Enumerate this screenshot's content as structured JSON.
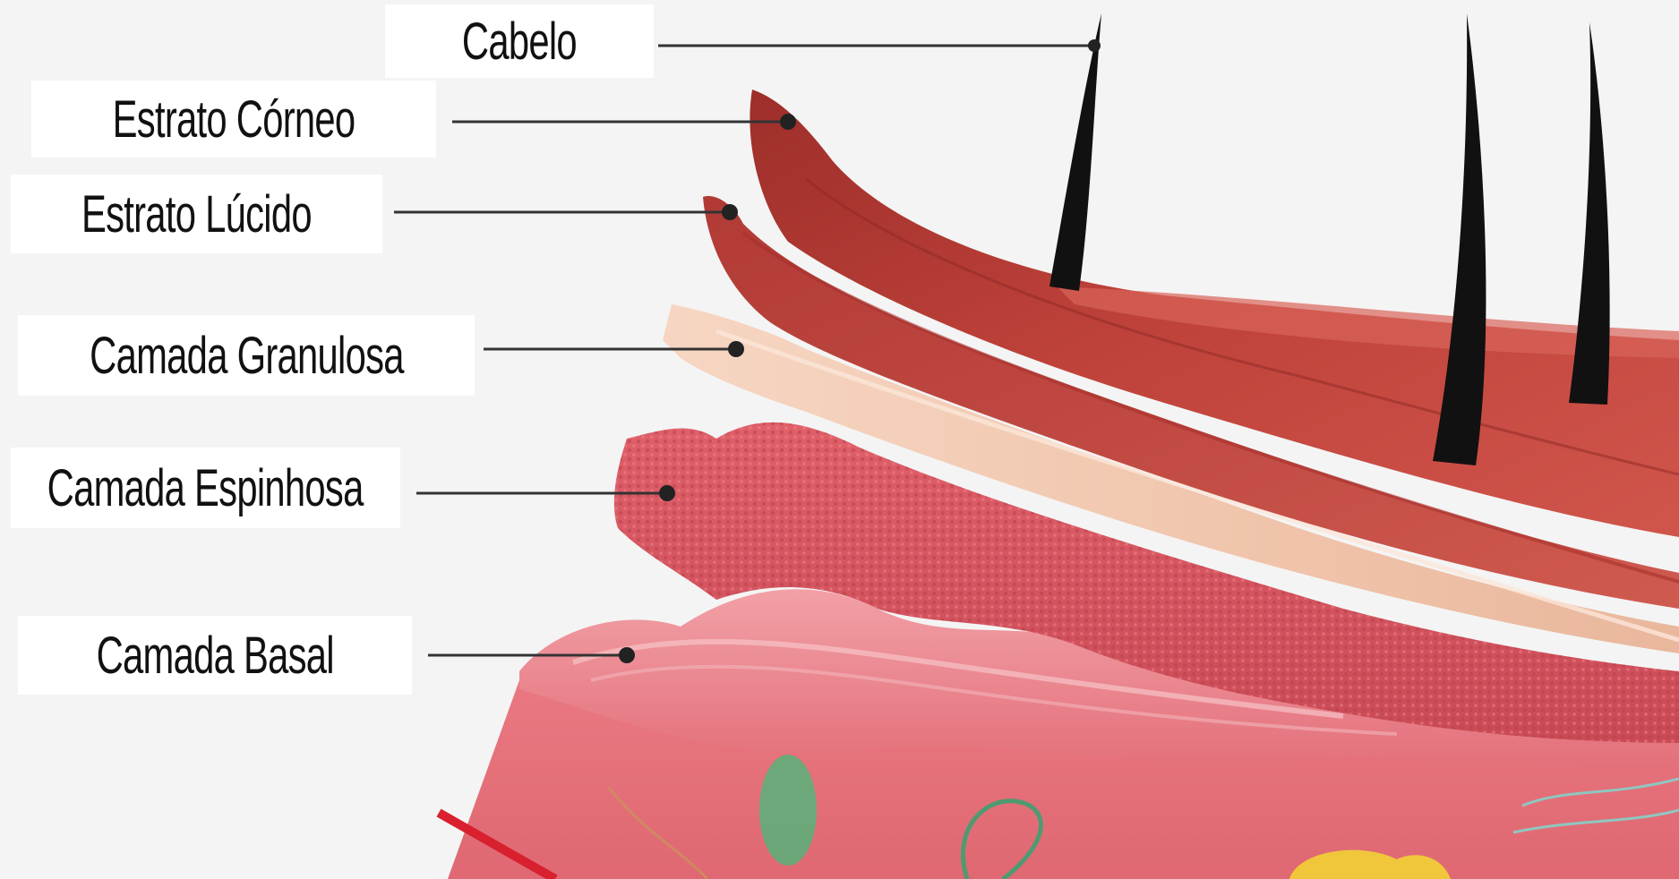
{
  "labels": {
    "cabelo": "Cabelo",
    "estrato_corneo": "Estrato  Córneo",
    "estrato_lucido": "Estrato  Lúcido",
    "camada_granulosa": "Camada Granulosa",
    "camada_espinhosa": "Camada Espinhosa",
    "camada_basal": "Camada Basal"
  },
  "colors": {
    "background": "#f4f4f4",
    "label_background": "#ffffff",
    "leader_line": "#333333",
    "hair": "#111111",
    "stratum_corneum": "#b8403a",
    "stratum_lucidum": "#c44a40",
    "granular_layer": "#f2c7b0",
    "spinous_layer": "#d95a63",
    "basal_layer": "#e9737e",
    "dermis": "#e5707a"
  }
}
